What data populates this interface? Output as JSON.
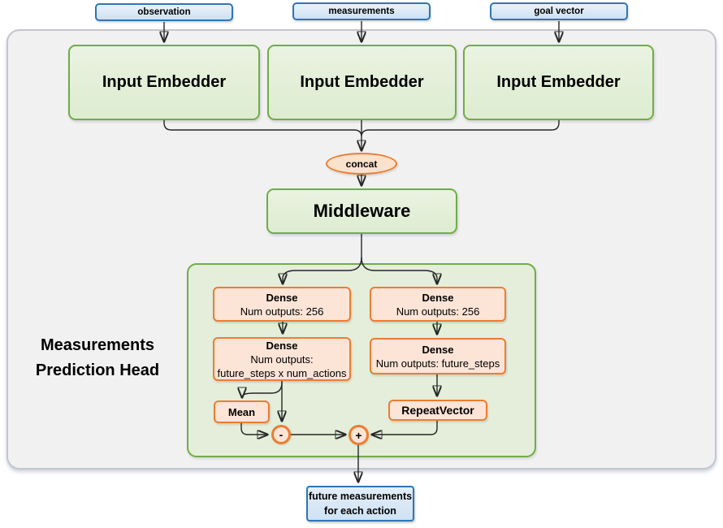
{
  "diagram": {
    "inputs": [
      {
        "label": "observation"
      },
      {
        "label": "measurements"
      },
      {
        "label": "goal vector"
      }
    ],
    "embedders": [
      {
        "label": "Input Embedder"
      },
      {
        "label": "Input Embedder"
      },
      {
        "label": "Input Embedder"
      }
    ],
    "concat": {
      "label": "concat"
    },
    "middleware": {
      "label": "Middleware"
    },
    "head": {
      "title_line1": "Measurements",
      "title_line2": "Prediction Head",
      "left_branch": {
        "dense1": {
          "title": "Dense",
          "subtitle": "Num outputs: 256"
        },
        "dense2": {
          "title": "Dense",
          "subtitle_line1": "Num outputs:",
          "subtitle_line2": "future_steps x num_actions"
        },
        "mean": {
          "label": "Mean"
        },
        "minus": {
          "label": "-"
        }
      },
      "right_branch": {
        "dense1": {
          "title": "Dense",
          "subtitle": "Num outputs: 256"
        },
        "dense2": {
          "title": "Dense",
          "subtitle": "Num outputs: future_steps"
        },
        "repeat_vector": {
          "label": "RepeatVector"
        },
        "plus": {
          "label": "+"
        }
      }
    },
    "output": {
      "label_line1": "future measurements",
      "label_line2": "for each action"
    }
  },
  "colors": {
    "blue_border": "#2E75B6",
    "blue_fill": "#D8E7F6",
    "green_border": "#70AD47",
    "green_fill": "#E2EFDA",
    "orange_border": "#ED7D31",
    "orange_fill": "#FCE4D6",
    "container_fill": "#F1F1F2",
    "container_border": "#C3C6CC",
    "line": "#262626"
  }
}
